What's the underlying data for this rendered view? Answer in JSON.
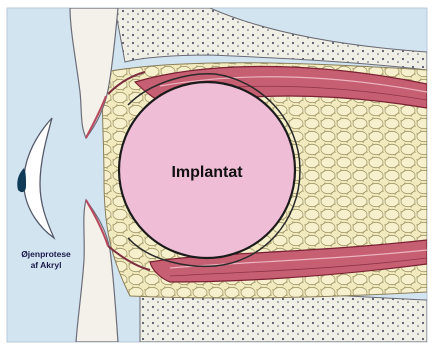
{
  "labels": {
    "implant": "Implantat",
    "prosthesis_line1": "Øjenprotese",
    "prosthesis_line2": "af Akryl"
  },
  "colors": {
    "background": "#d3e4f1",
    "implant_fill": "#efbdd6",
    "fat_fill": "#f2ebbf",
    "muscle": "#b8485e",
    "bone": "#f0efe6",
    "outline": "#1b1b1b"
  }
}
